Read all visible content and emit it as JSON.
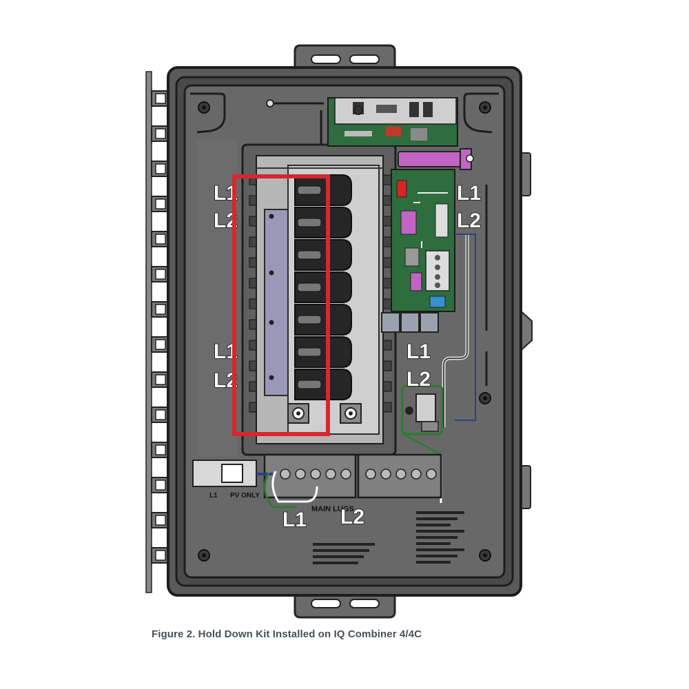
{
  "figure": {
    "caption": "Figure 2. Hold Down Kit Installed on IQ Combiner 4/4C",
    "labels": {
      "l1_left_top": "L1",
      "l2_left_top": "L2",
      "l1_left_bottom": "L1",
      "l2_left_bottom": "L2",
      "l1_right_top": "L1",
      "l2_right_top": "L2",
      "l1_right_mid": "L1",
      "l2_right_mid": "L2",
      "main_lugs": "MAIN LUGS",
      "l1_main": "L1",
      "l2_main": "L2",
      "pv_only": "PV ONLY",
      "l1_pv": "L1"
    },
    "colors": {
      "highlight": "#d8262f",
      "enclosure": "#5f5f5f",
      "enclosure_dark": "#2a2a2a",
      "bracket": "#9a98b8",
      "pcb": "#2d6e3d"
    }
  }
}
